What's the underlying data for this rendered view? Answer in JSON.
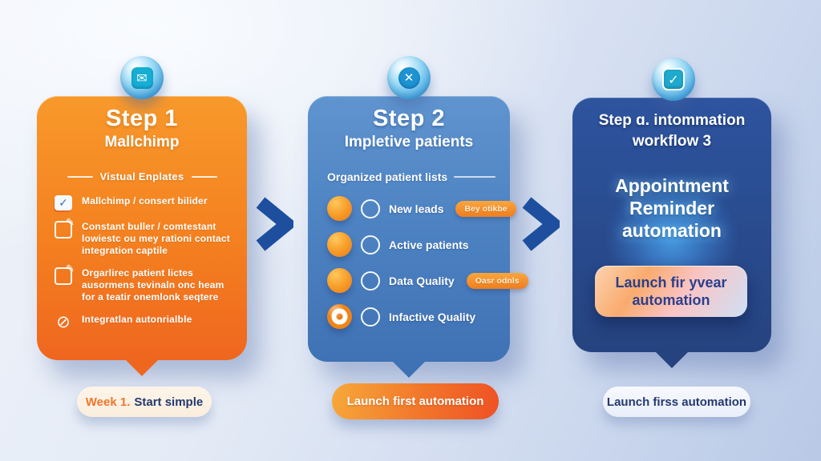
{
  "step1": {
    "title": "Step 1",
    "subtitle": "Mallchimp",
    "divider": "Vistual Enplates",
    "items": [
      {
        "icon": "checkbox-checked",
        "text": "Mallchimp / consert bilider"
      },
      {
        "icon": "edit-square",
        "text": "Constant buller / comtestant lowiestc ou mey rationi contact integration captile"
      },
      {
        "icon": "edit-square",
        "text": "Orgarlirec patient lictes ausormens tevinaln onc heam for a teatir onemlonk seqtere"
      },
      {
        "icon": "slash-circle",
        "text": "Integratlan autonrialble"
      }
    ],
    "footer_prefix": "Week 1.",
    "footer_text": "Start simple"
  },
  "step2": {
    "title": "Step 2",
    "subtitle": "Impletive patients",
    "heading": "Organized patient lists",
    "rows": [
      {
        "label": "New leads",
        "badge": "Bey otikbe"
      },
      {
        "label": "Active patients",
        "badge": ""
      },
      {
        "label": "Data Quality",
        "badge": "Oasr odnls"
      },
      {
        "label": "Infactive Quality",
        "badge": ""
      }
    ],
    "footer": "Launch first automation"
  },
  "step3": {
    "title_line1": "Step ɑ. intommation",
    "title_line2": "workflow 3",
    "center_line1": "Appointment",
    "center_line2": "Reminder",
    "center_line3": "automation",
    "button_line1": "Launch fir yvear",
    "button_line2": "automation",
    "footer": "Launch firss automation"
  },
  "glyphs": {
    "check": "✓",
    "pencil": "✎",
    "slash_circle": "⊘",
    "envelope": "✉",
    "cross": "✕"
  },
  "colors": {
    "card1_orange": "#f4801f",
    "card2_blue": "#4d82c2",
    "card3_navy": "#25437f",
    "arrow_blue": "#1d4f9e",
    "accent_orange": "#f08416",
    "glow_cyan": "#50b4ff"
  }
}
